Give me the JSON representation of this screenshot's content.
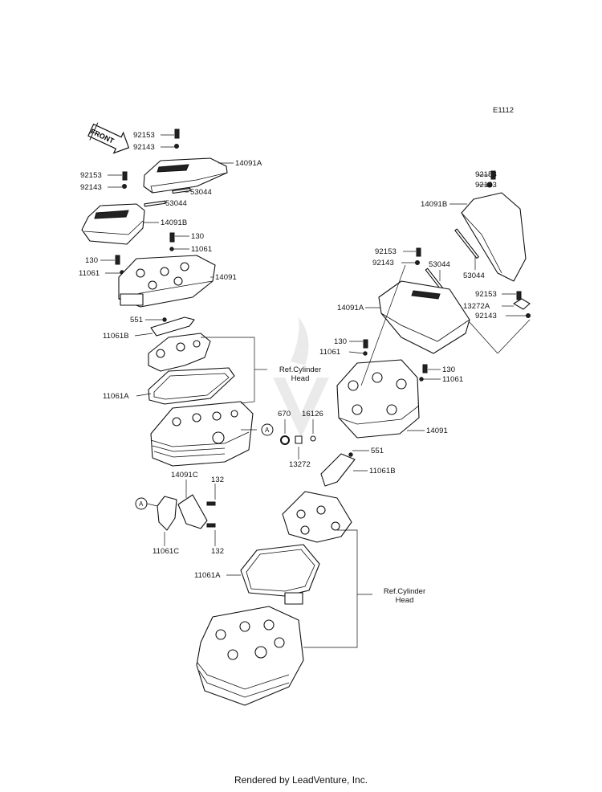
{
  "diagram_code": "E1112",
  "front_label": "FRONT",
  "callout_a": "A",
  "footer": "Rendered by LeadVenture, Inc.",
  "labels": {
    "l1": "92153",
    "l2": "92143",
    "l3": "14091A",
    "l4": "92153",
    "l5": "92143",
    "l6": "53044",
    "l7": "53044",
    "l8": "14091B",
    "l9": "130",
    "l10": "11061",
    "l11": "130",
    "l12": "11061",
    "l13": "14091",
    "l14": "551",
    "l15": "11061B",
    "l16": "11061A",
    "l17": "670",
    "l18": "16126",
    "l19": "13272",
    "l20": "14091C",
    "l21": "132",
    "l22": "11061C",
    "l23": "132",
    "r1": "92153",
    "r2": "92143",
    "r3": "14091B",
    "r4": "53044",
    "r5": "92153",
    "r6": "92143",
    "r7": "53044",
    "r8": "14091A",
    "r9": "92153",
    "r10": "13272A",
    "r11": "92143",
    "r12": "130",
    "r13": "11061",
    "r14": "130",
    "r15": "11061",
    "r16": "14091",
    "r17": "551",
    "r18": "11061B",
    "r19": "11061A"
  },
  "refs": {
    "top_line1": "Ref.Cylinder",
    "top_line2": "Head",
    "bottom_line1": "Ref.Cylinder",
    "bottom_line2": "Head"
  }
}
